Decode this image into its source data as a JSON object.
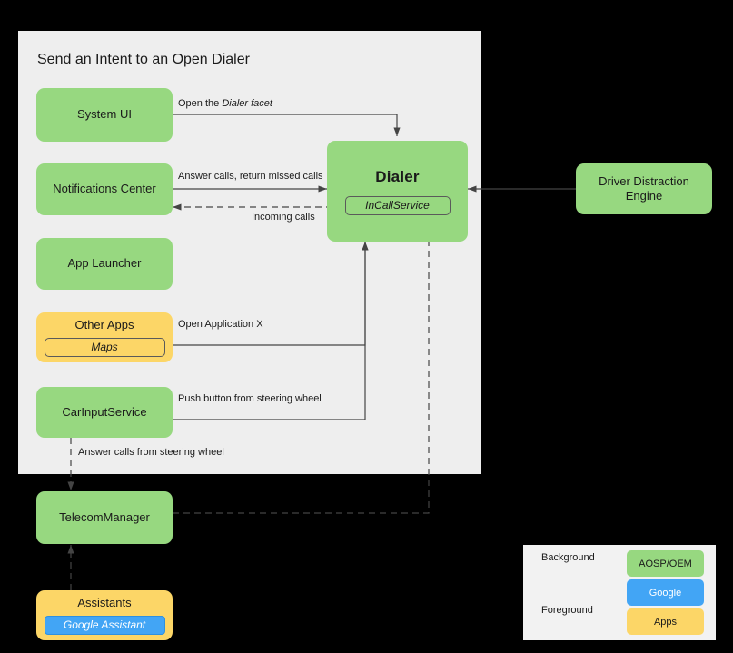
{
  "diagram": {
    "title": "Send an Intent to an Open Dialer",
    "nodes": {
      "system_ui": "System UI",
      "notifications_center": "Notifications Center",
      "app_launcher": "App Launcher",
      "other_apps": "Other Apps",
      "other_apps_sub": "Maps",
      "car_input_service": "CarInputService",
      "dialer": "Dialer",
      "dialer_sub": "InCallService",
      "driver_distraction_engine": "Driver Distraction\nEngine",
      "driver_distraction_engine_line1": "Driver Distraction",
      "driver_distraction_engine_line2": "Engine",
      "telecom_manager": "TelecomManager",
      "assistants": "Assistants",
      "assistants_sub": "Google Assistant"
    },
    "edge_labels": {
      "open_dialer_facet_prefix": "Open the ",
      "open_dialer_facet_italic": "Dialer facet",
      "answer_calls": "Answer calls, return missed calls",
      "incoming_calls": "Incoming calls",
      "open_application_x": "Open Application X",
      "push_button": "Push button from steering wheel",
      "answer_calls_steering": "Answer calls from steering wheel"
    }
  },
  "legend": {
    "background_label": "Background",
    "foreground_label": "Foreground",
    "swatches": [
      {
        "label": "AOSP/OEM",
        "color": "#97d880"
      },
      {
        "label": "Google",
        "color": "#42a5f5"
      },
      {
        "label": "Apps",
        "color": "#fcd667"
      }
    ]
  },
  "colors": {
    "aosp_oem_green": "#97d880",
    "google_blue": "#42a5f5",
    "apps_yellow": "#fcd667",
    "panel_background": "#eeeeee",
    "page_background": "#000000",
    "edge_stroke": "#444444"
  }
}
